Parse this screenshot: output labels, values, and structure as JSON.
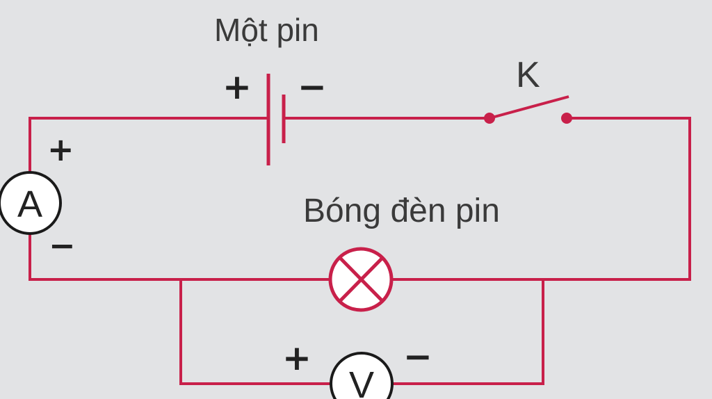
{
  "diagram": {
    "battery_label": "Một pin",
    "battery_plus": "+",
    "battery_minus": "−",
    "switch_label": "K",
    "lamp_label": "Bóng đèn pin",
    "ammeter_letter": "A",
    "ammeter_plus": "+",
    "ammeter_minus": "−",
    "voltmeter_letter": "V",
    "voltmeter_plus": "+",
    "voltmeter_minus": "−"
  },
  "colors": {
    "wire": "#c8204a",
    "background": "#e2e3e5",
    "meter_outline": "#1a1a1a"
  }
}
